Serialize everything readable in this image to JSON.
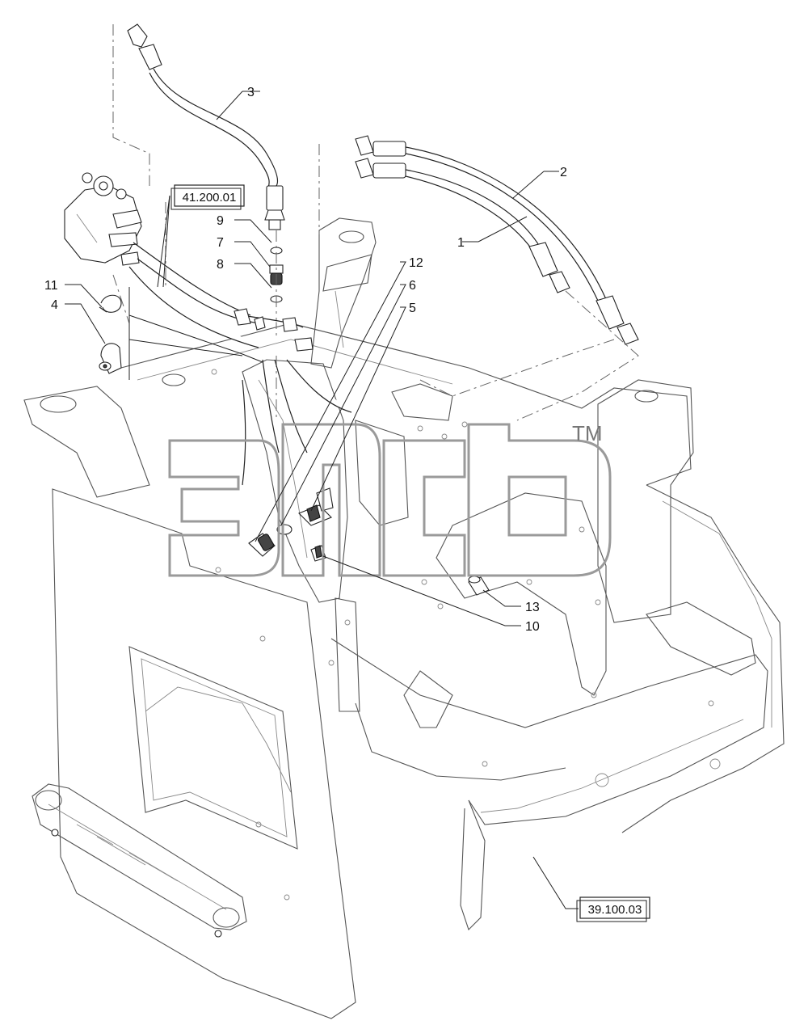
{
  "figure": {
    "callouts": [
      "1",
      "2",
      "3",
      "4",
      "5",
      "6",
      "7",
      "8",
      "9",
      "10",
      "11",
      "12",
      "13"
    ],
    "references": [
      "41.200.01",
      "39.100.03"
    ],
    "watermark": {
      "trademark": "TM"
    }
  },
  "colors": {
    "line": "#222222",
    "frame": "#555555",
    "background": "#ffffff"
  }
}
